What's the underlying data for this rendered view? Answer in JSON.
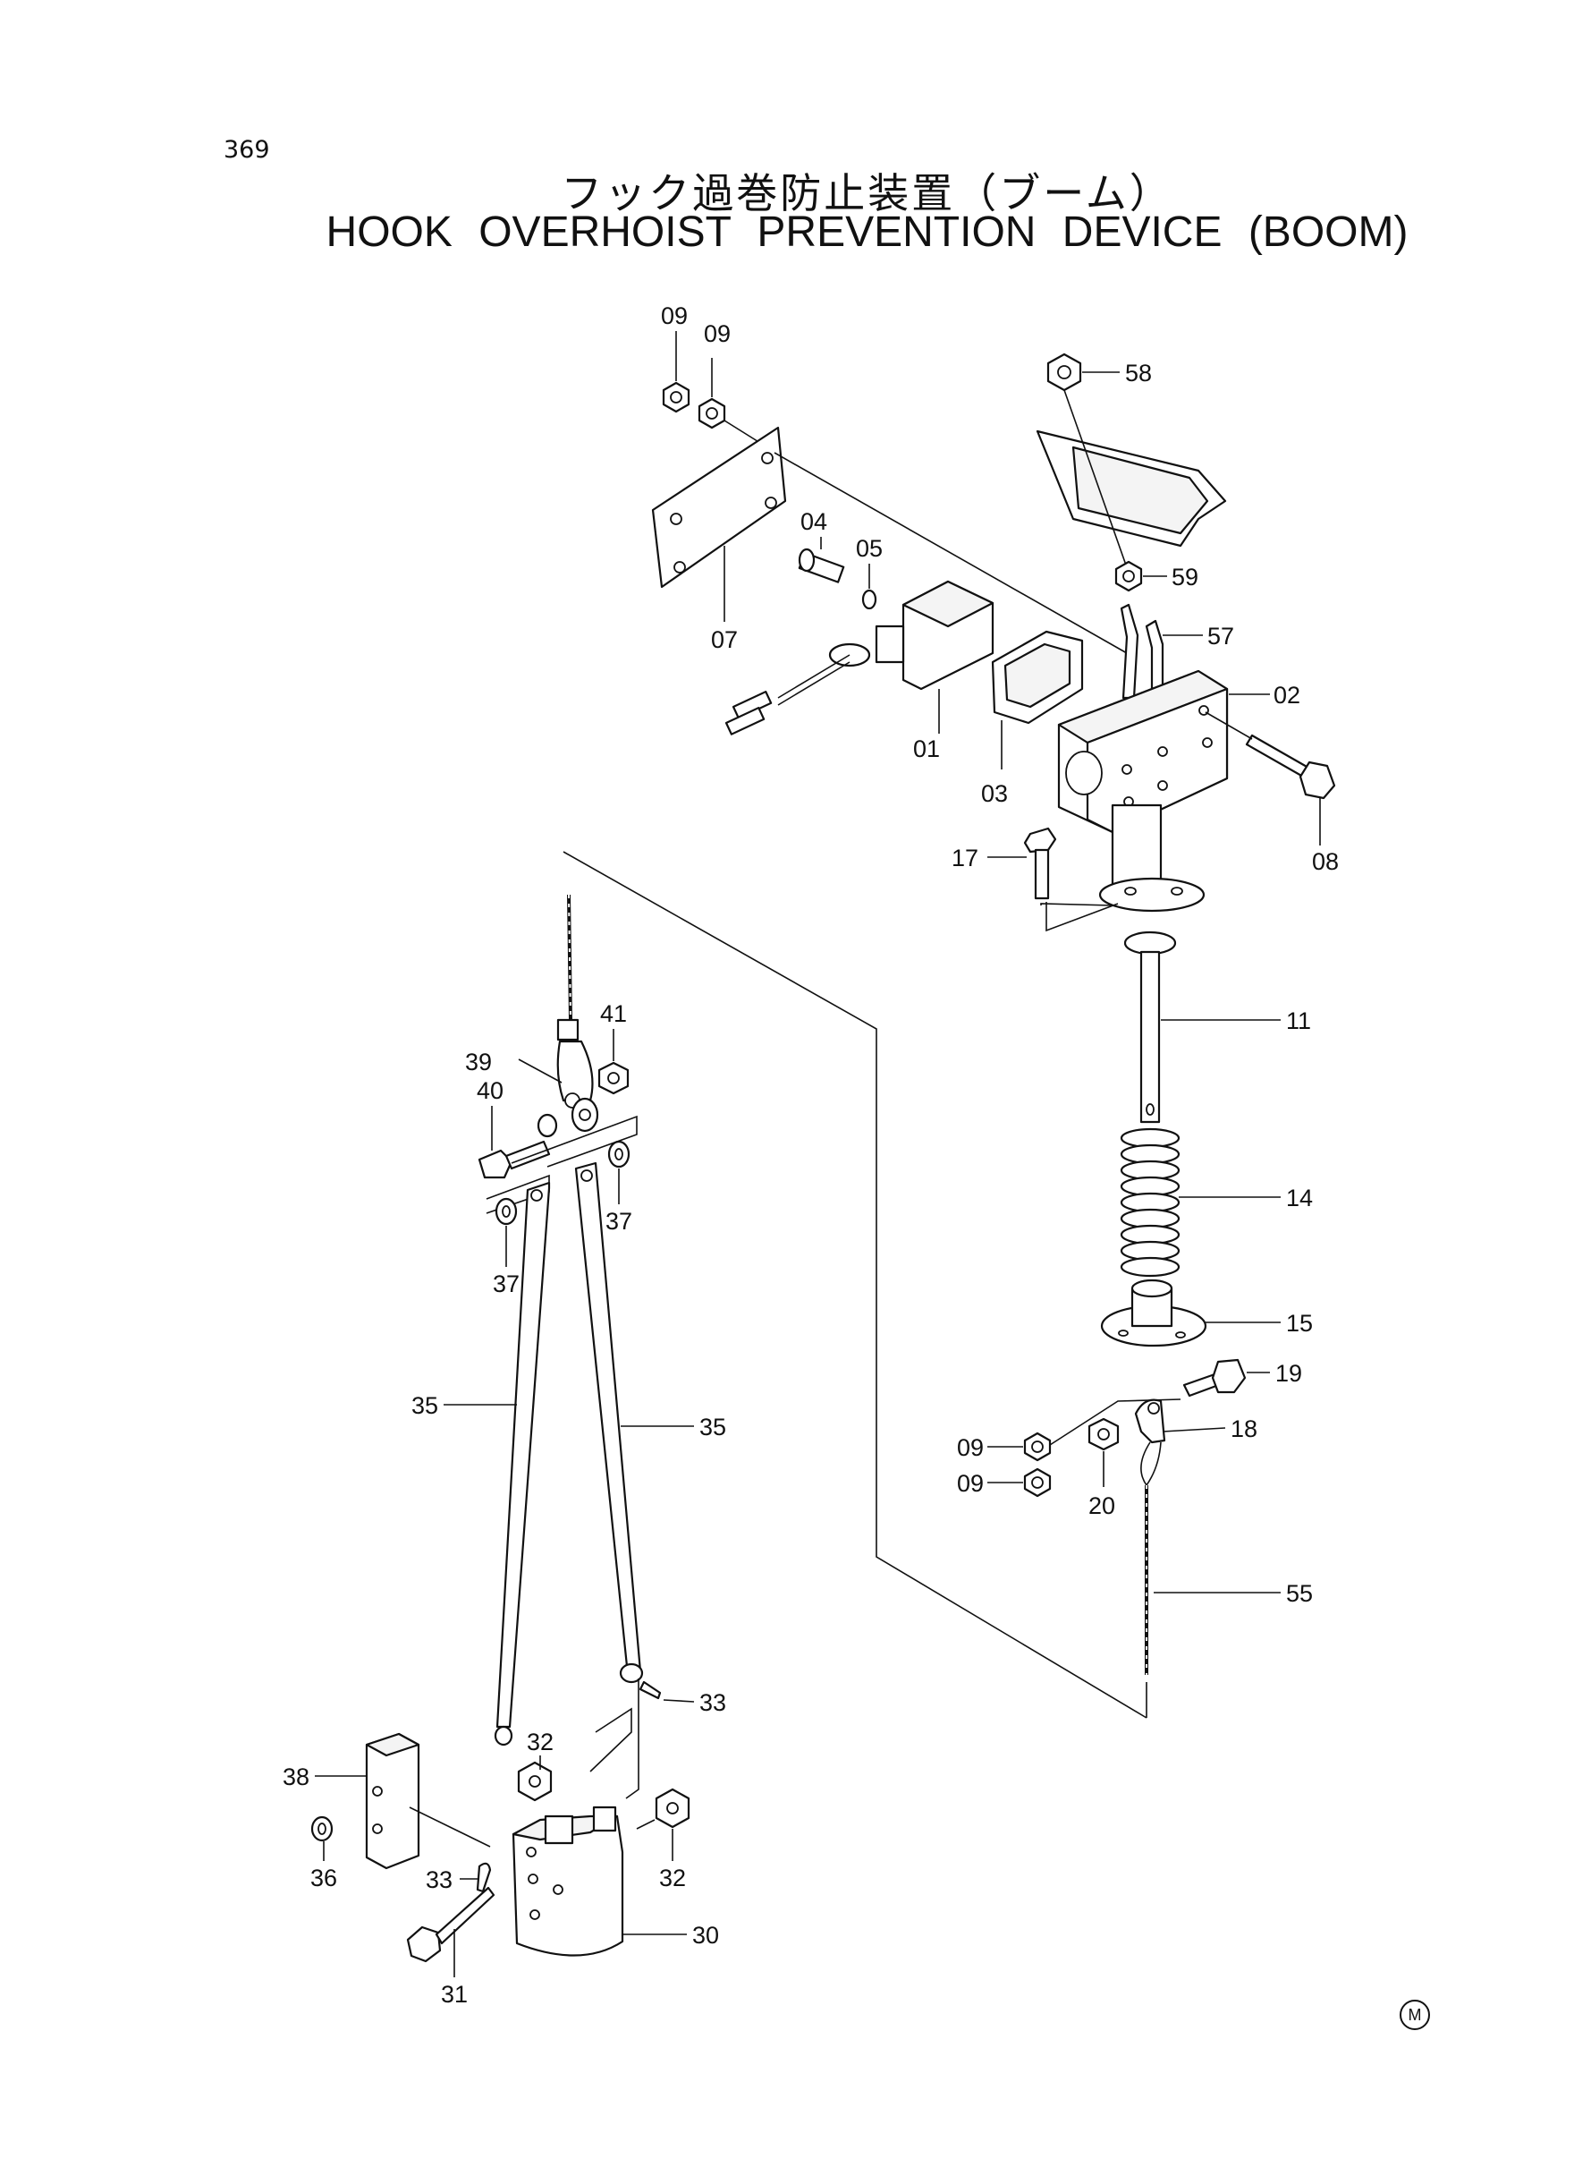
{
  "page_number": "369",
  "title_jp": "フック過巻防止装置（ブーム）",
  "title_en": "HOOK OVERHOIST PREVENTION DEVICE (BOOM)",
  "labels": {
    "p09a": "09",
    "p09b": "09",
    "p58": "58",
    "p07": "07",
    "p04": "04",
    "p05": "05",
    "p59": "59",
    "p57": "57",
    "p02": "02",
    "p01": "01",
    "p03": "03",
    "p08": "08",
    "p17": "17",
    "p11": "11",
    "p41": "41",
    "p39": "39",
    "p40": "40",
    "p37a": "37",
    "p37b": "37",
    "p14": "14",
    "p15": "15",
    "p19": "19",
    "p18": "18",
    "p09c": "09",
    "p09d": "09",
    "p20": "20",
    "p35a": "35",
    "p35b": "35",
    "p55": "55",
    "p33a": "33",
    "p32a": "32",
    "p38": "38",
    "p32b": "32",
    "p36": "36",
    "p33b": "33",
    "p30": "30",
    "p31": "31"
  },
  "corner_mark": "M"
}
